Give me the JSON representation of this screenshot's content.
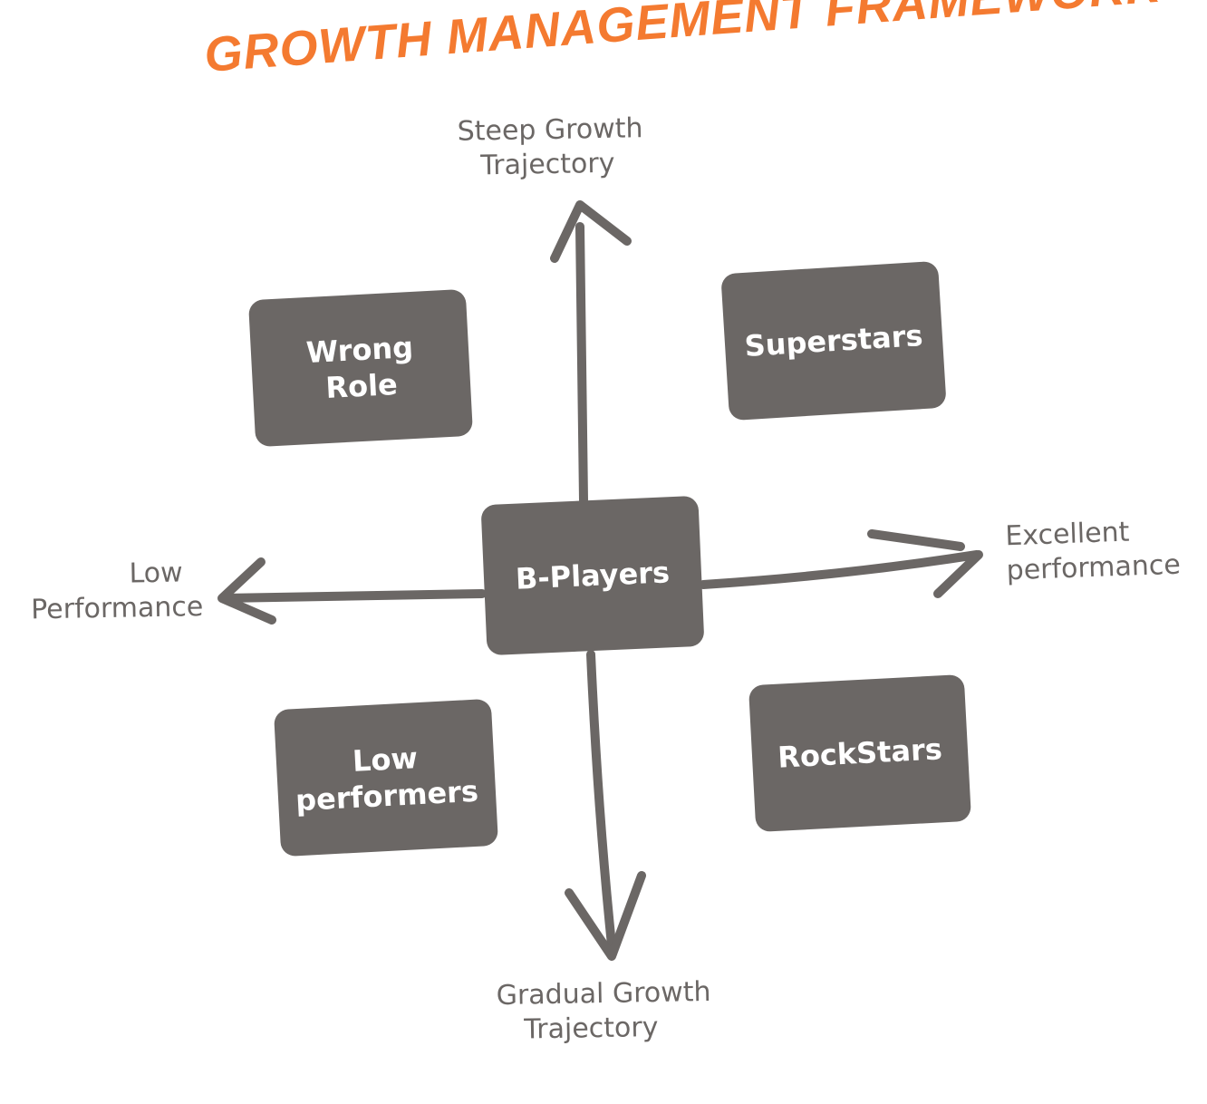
{
  "title": "GROWTH MANAGEMENT FRAMEWORK",
  "colors": {
    "title": "#f47a30",
    "ink": "#6b6765",
    "box_text": "#ffffff",
    "background": "#ffffff"
  },
  "axes": {
    "top": [
      "Steep Growth",
      "Trajectory"
    ],
    "bottom": [
      "Gradual Growth",
      "Trajectory"
    ],
    "left": [
      "Low",
      "Performance"
    ],
    "right": [
      "Excellent",
      "performance"
    ]
  },
  "quadrants": {
    "top_left": [
      "Wrong",
      "Role"
    ],
    "top_right": [
      "Superstars"
    ],
    "center": [
      "B-Players"
    ],
    "bottom_left": [
      "Low",
      "performers"
    ],
    "bottom_right": [
      "RockStars"
    ]
  }
}
